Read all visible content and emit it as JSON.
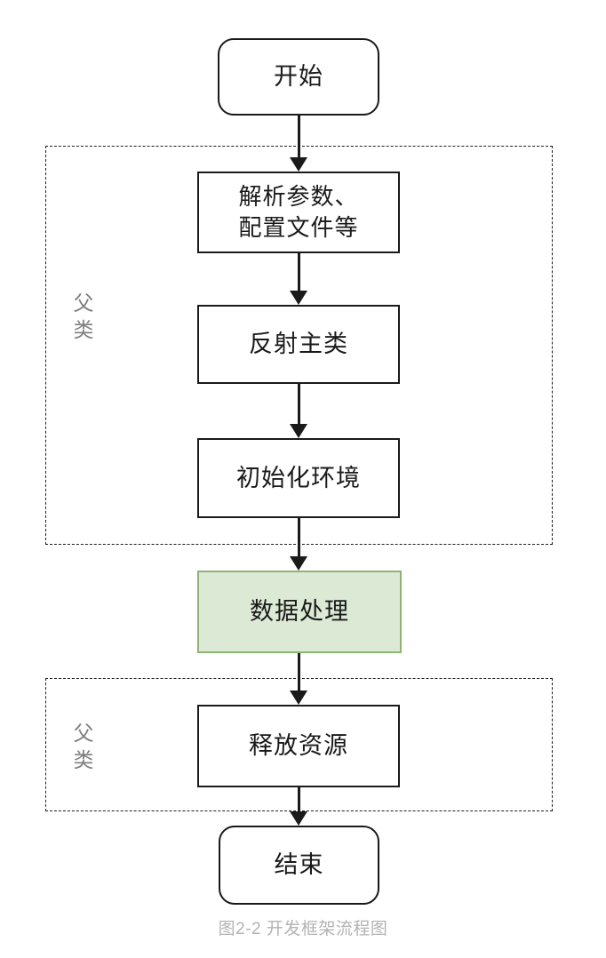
{
  "figure": {
    "caption": "图2-2 开发框架流程图"
  },
  "flowchart": {
    "nodes": {
      "start": {
        "label": "开始",
        "shape": "rounded"
      },
      "parse": {
        "line1": "解析参数、",
        "line2": "配置文件等",
        "shape": "rect"
      },
      "reflect": {
        "label": "反射主类",
        "shape": "rect"
      },
      "init": {
        "label": "初始化环境",
        "shape": "rect"
      },
      "process": {
        "label": "数据处理",
        "shape": "rect",
        "highlighted": true
      },
      "release": {
        "label": "释放资源",
        "shape": "rect"
      },
      "end": {
        "label": "结束",
        "shape": "rounded"
      }
    },
    "groups": [
      {
        "label": "父类",
        "contains": [
          "解析参数、配置文件等",
          "反射主类",
          "初始化环境"
        ]
      },
      {
        "label": "父类",
        "contains": [
          "释放资源"
        ]
      }
    ],
    "edges": [
      {
        "from": "开始",
        "to": "解析参数、配置文件等"
      },
      {
        "from": "解析参数、配置文件等",
        "to": "反射主类"
      },
      {
        "from": "反射主类",
        "to": "初始化环境"
      },
      {
        "from": "初始化环境",
        "to": "数据处理"
      },
      {
        "from": "数据处理",
        "to": "释放资源"
      },
      {
        "from": "释放资源",
        "to": "结束"
      }
    ],
    "colors": {
      "node_border": "#1a1a1a",
      "node_fill": "#ffffff",
      "highlight_fill": "#dce9d5",
      "highlight_border": "#8fb377",
      "line": "#1a1a1a",
      "group_label_text": "#7f7f7f",
      "caption_text": "#b3b3b3"
    }
  }
}
